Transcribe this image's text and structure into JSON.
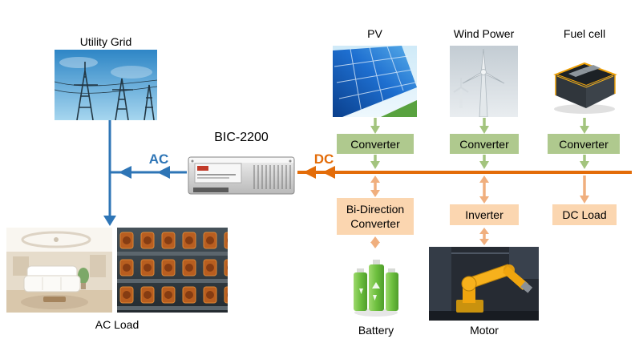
{
  "diagram": {
    "nodes": {
      "utility_grid": "Utility Grid",
      "pv": "PV",
      "wind_power": "Wind Power",
      "fuel_cell": "Fuel cell",
      "bic_model": "BIC-2200",
      "ac": "AC",
      "dc": "DC",
      "converter_pv": "Converter",
      "converter_wind": "Converter",
      "converter_fuel": "Converter",
      "bi_direction_converter": "Bi-Direction Converter",
      "inverter": "Inverter",
      "dc_load": "DC Load",
      "battery": "Battery",
      "motor": "Motor",
      "ac_load": "AC Load"
    },
    "colors": {
      "ac_blue": "#2E75B6",
      "dc_orange": "#E36C09",
      "green_box": "#AFC98E",
      "green_arrow": "#A3C47E",
      "peach_box": "#FBD6B0",
      "tan_arrow": "#F0AF7E"
    },
    "images": {
      "utility_grid": "transmission-towers-photo",
      "pv": "solar-panels-photo",
      "wind_power": "wind-turbine-photo",
      "fuel_cell": "fuel-cell-cutaway-photo",
      "bic_2200": "bic-2200-power-supply-photo",
      "battery": "green-batteries-photo",
      "motor": "robot-arm-photo",
      "ac_load_home": "living-room-photo",
      "ac_load_industrial": "industrial-equipment-photo"
    }
  }
}
